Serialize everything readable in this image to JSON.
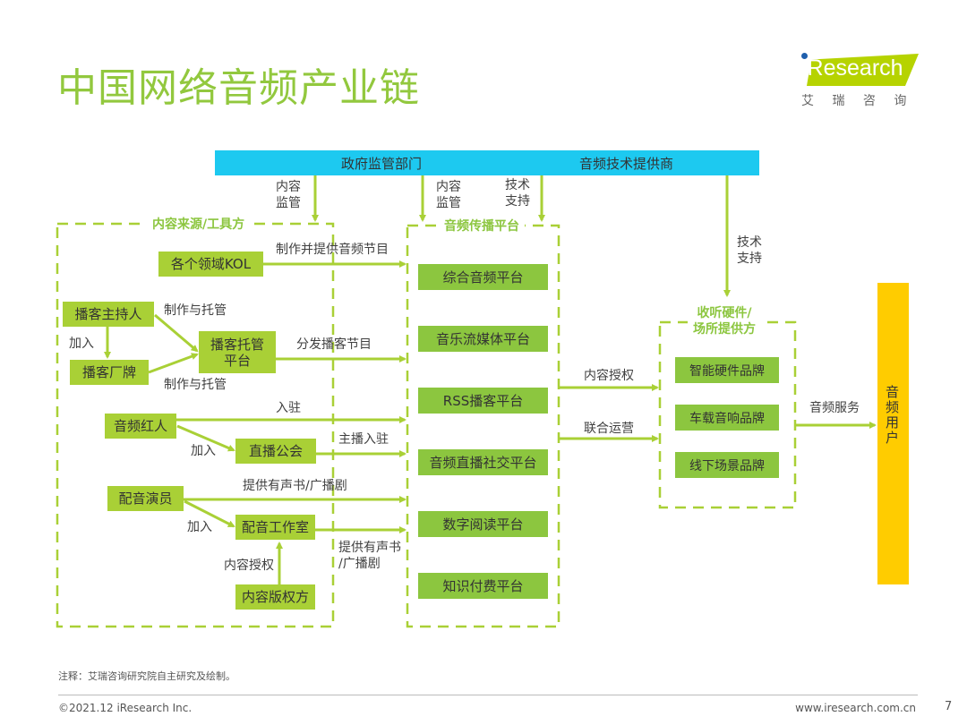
{
  "title": "中国网络音频产业链",
  "logo": {
    "brand": "iResearch",
    "sub": "艾 瑞 咨 询"
  },
  "top": {
    "gov": "政府监管部门",
    "tech": "音频技术提供商"
  },
  "groups": {
    "source": "内容来源/工具方",
    "platform": "音频传播平台",
    "hardware_1": "收听硬件/",
    "hardware_2": "场所提供方",
    "user": "音频用户"
  },
  "sources": {
    "kol": "各个领域KOL",
    "host": "播客主持人",
    "label": "播客厂牌",
    "hosting_1": "播客托管",
    "hosting_2": "平台",
    "star": "音频红人",
    "guild": "直播公会",
    "actor": "配音演员",
    "studio": "配音工作室",
    "copyright": "内容版权方"
  },
  "platforms": [
    "综合音频平台",
    "音乐流媒体平台",
    "RSS播客平台",
    "音频直播社交平台",
    "数字阅读平台",
    "知识付费平台"
  ],
  "hardware": [
    "智能硬件品牌",
    "车载音响品牌",
    "线下场景品牌"
  ],
  "labels": {
    "supervise_a1": "内容",
    "supervise_a2": "监管",
    "supervise_b1": "内容",
    "supervise_b2": "监管",
    "tech_a1": "技术",
    "tech_a2": "支持",
    "tech_b1": "技术",
    "tech_b2": "支持",
    "produce": "制作并提供音频节目",
    "host_up": "制作与托管",
    "host_down": "制作与托管",
    "join1": "加入",
    "distribute": "分发播客节目",
    "settle": "入驻",
    "anchor": "主播入驻",
    "join2": "加入",
    "provide1": "提供有声书/广播剧",
    "join3": "加入",
    "license": "内容授权",
    "provide2_1": "提供有声书",
    "provide2_2": "/广播剧",
    "license2": "内容授权",
    "coop": "联合运营",
    "service": "音频服务"
  },
  "footer": {
    "note": "注释：艾瑞咨询研究院自主研究及绘制。",
    "copyright": "©2021.12 iResearch Inc.",
    "url": "www.iresearch.com.cn",
    "page": "7"
  }
}
